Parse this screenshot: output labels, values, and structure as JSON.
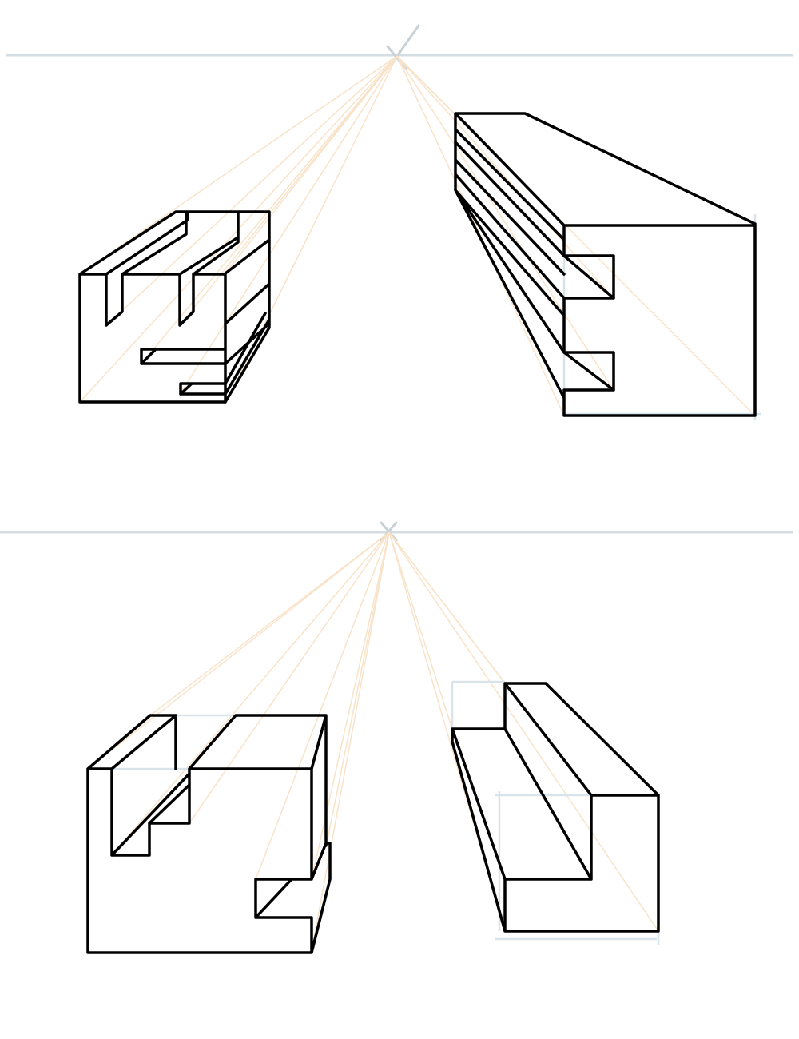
{
  "colors": {
    "background": "#ffffff",
    "horizon": "#d3dde3",
    "vanishing_point": "#c8d2d6",
    "guide_lines": "#f8e3c9",
    "construction": "#d9e3ea",
    "ink": "#000000"
  },
  "panels": [
    {
      "name": "top-panel",
      "vanishing_point_icon": "x-mark-icon",
      "shapes": [
        {
          "name": "stepped-block-left-top"
        },
        {
          "name": "slotted-block-right-top"
        }
      ]
    },
    {
      "name": "bottom-panel",
      "vanishing_point_icon": "x-mark-icon",
      "shapes": [
        {
          "name": "notched-block-left-bottom"
        },
        {
          "name": "step-block-right-bottom"
        }
      ]
    }
  ]
}
